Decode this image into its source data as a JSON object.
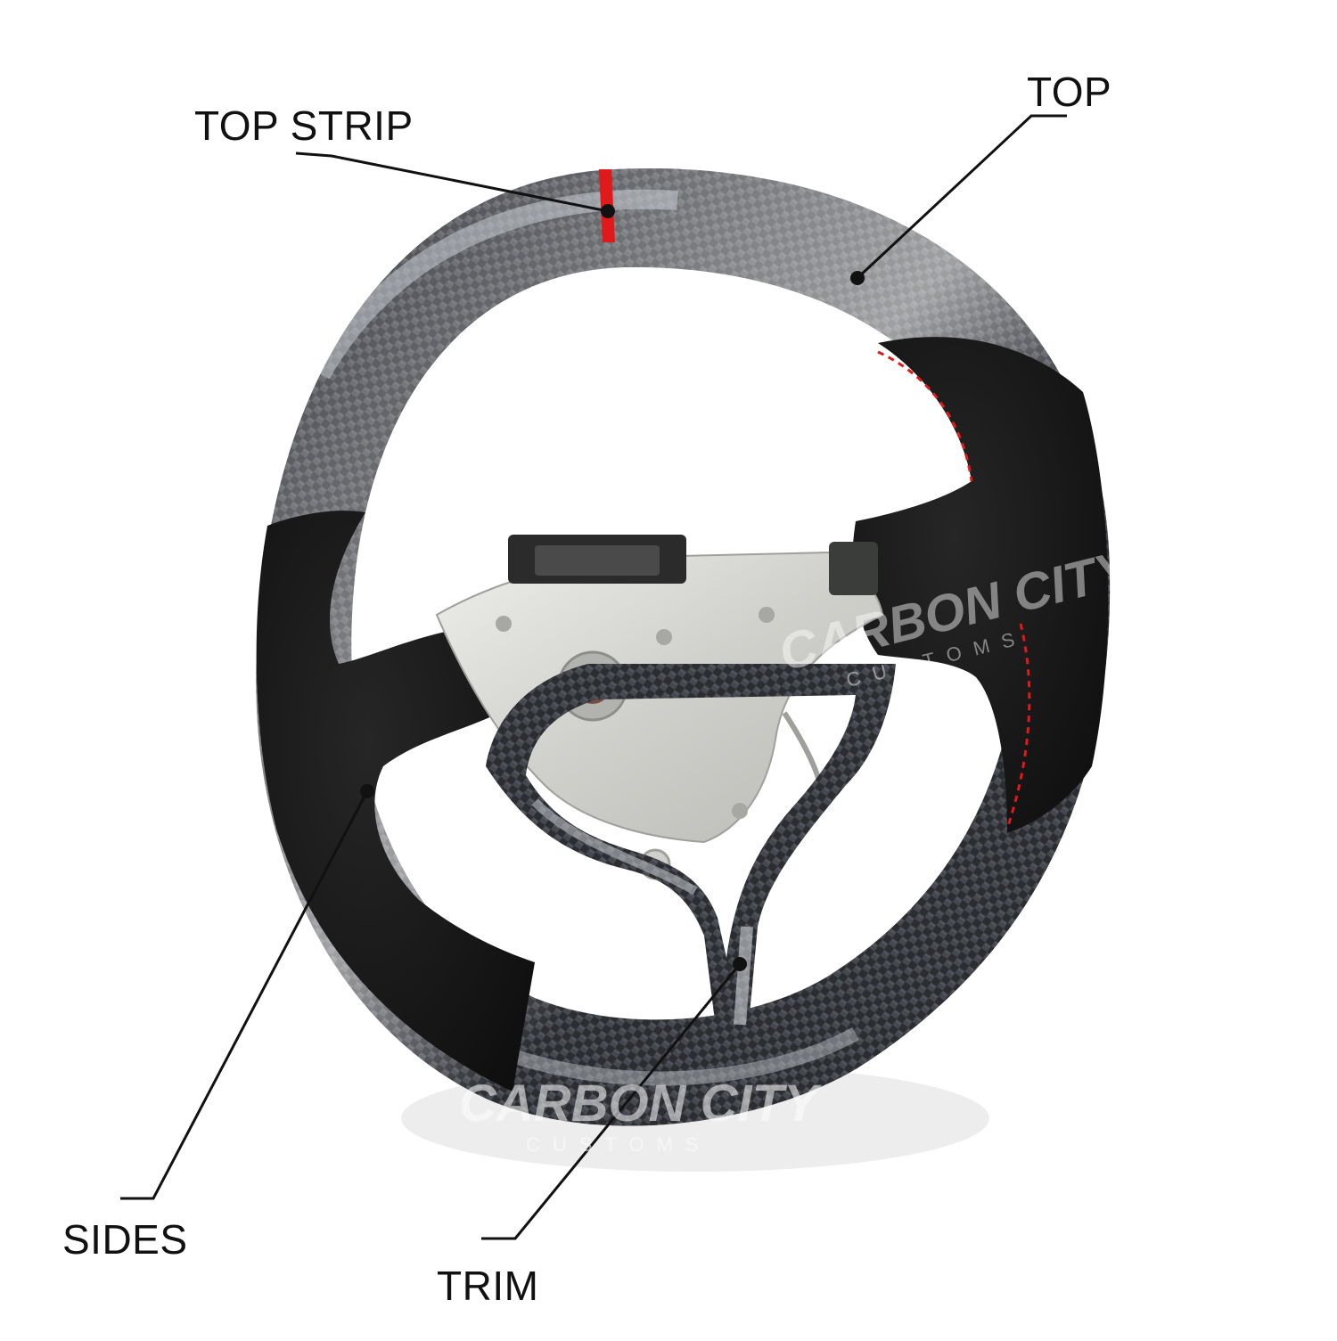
{
  "labels": {
    "top_strip": "TOP STRIP",
    "top": "TOP",
    "sides": "SIDES",
    "trim": "TRIM"
  },
  "watermarks": [
    {
      "line1": "CARBON CITY",
      "line2": "CUSTOMS"
    },
    {
      "line1": "CARBON CITY",
      "line2": "CUSTOMS"
    }
  ],
  "colors": {
    "background": "#ffffff",
    "carbon_dark": "#2a2c2f",
    "carbon_light": "#9aa0a6",
    "alcantara": "#141414",
    "red_accent": "#e01a1a",
    "hub_metal": "#d9d9d4",
    "leader_line": "#111111"
  }
}
